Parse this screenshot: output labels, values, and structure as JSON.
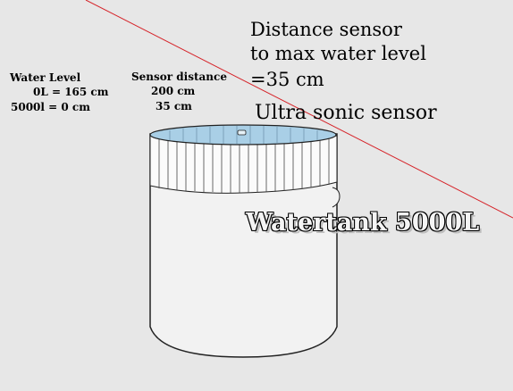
{
  "labels": {
    "water_level_title": "Water Level",
    "water_level_0l": "0L = 165 cm",
    "water_level_5000l": "5000l = 0 cm",
    "sensor_distance_title": "Sensor distance",
    "sensor_distance_200": "200 cm",
    "sensor_distance_35": "35 cm",
    "distance_line1": "Distance sensor",
    "distance_line2": "to max water level",
    "distance_line3": "=35 cm",
    "ultrasonic": "Ultra sonic sensor",
    "tank": "Watertank 5000L"
  },
  "colors": {
    "background": "#e7e7e7",
    "tank_body": "#f2f2f2",
    "water": "#a9cfe6",
    "guide_line": "#d6242a"
  }
}
